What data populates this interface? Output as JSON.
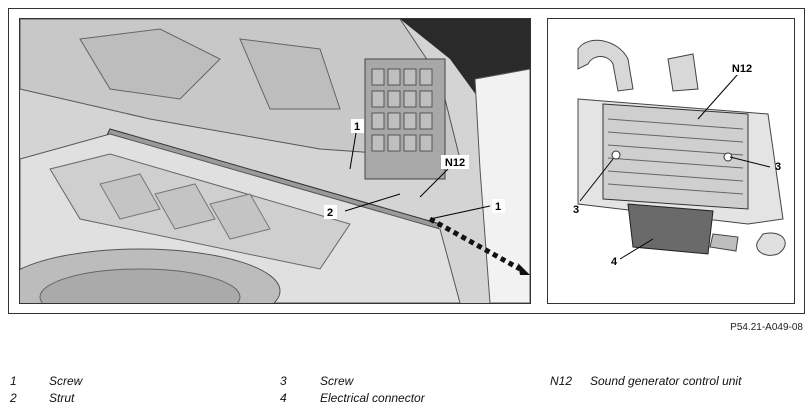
{
  "figure": {
    "ref_code": "P54.21-A049-08",
    "left_callouts": {
      "c1_top": "1",
      "c_n12": "N12",
      "c2": "2",
      "c1_bottom": "1"
    },
    "right_callouts": {
      "n12": "N12",
      "c3_right": "3",
      "c3_left": "3",
      "c4": "4"
    }
  },
  "legend": [
    {
      "num": "1",
      "text": "Screw"
    },
    {
      "num": "2",
      "text": "Strut"
    },
    {
      "num": "3",
      "text": "Screw"
    },
    {
      "num": "4",
      "text": "Electrical connector"
    },
    {
      "num": "N12",
      "text": "Sound generator control unit"
    }
  ]
}
